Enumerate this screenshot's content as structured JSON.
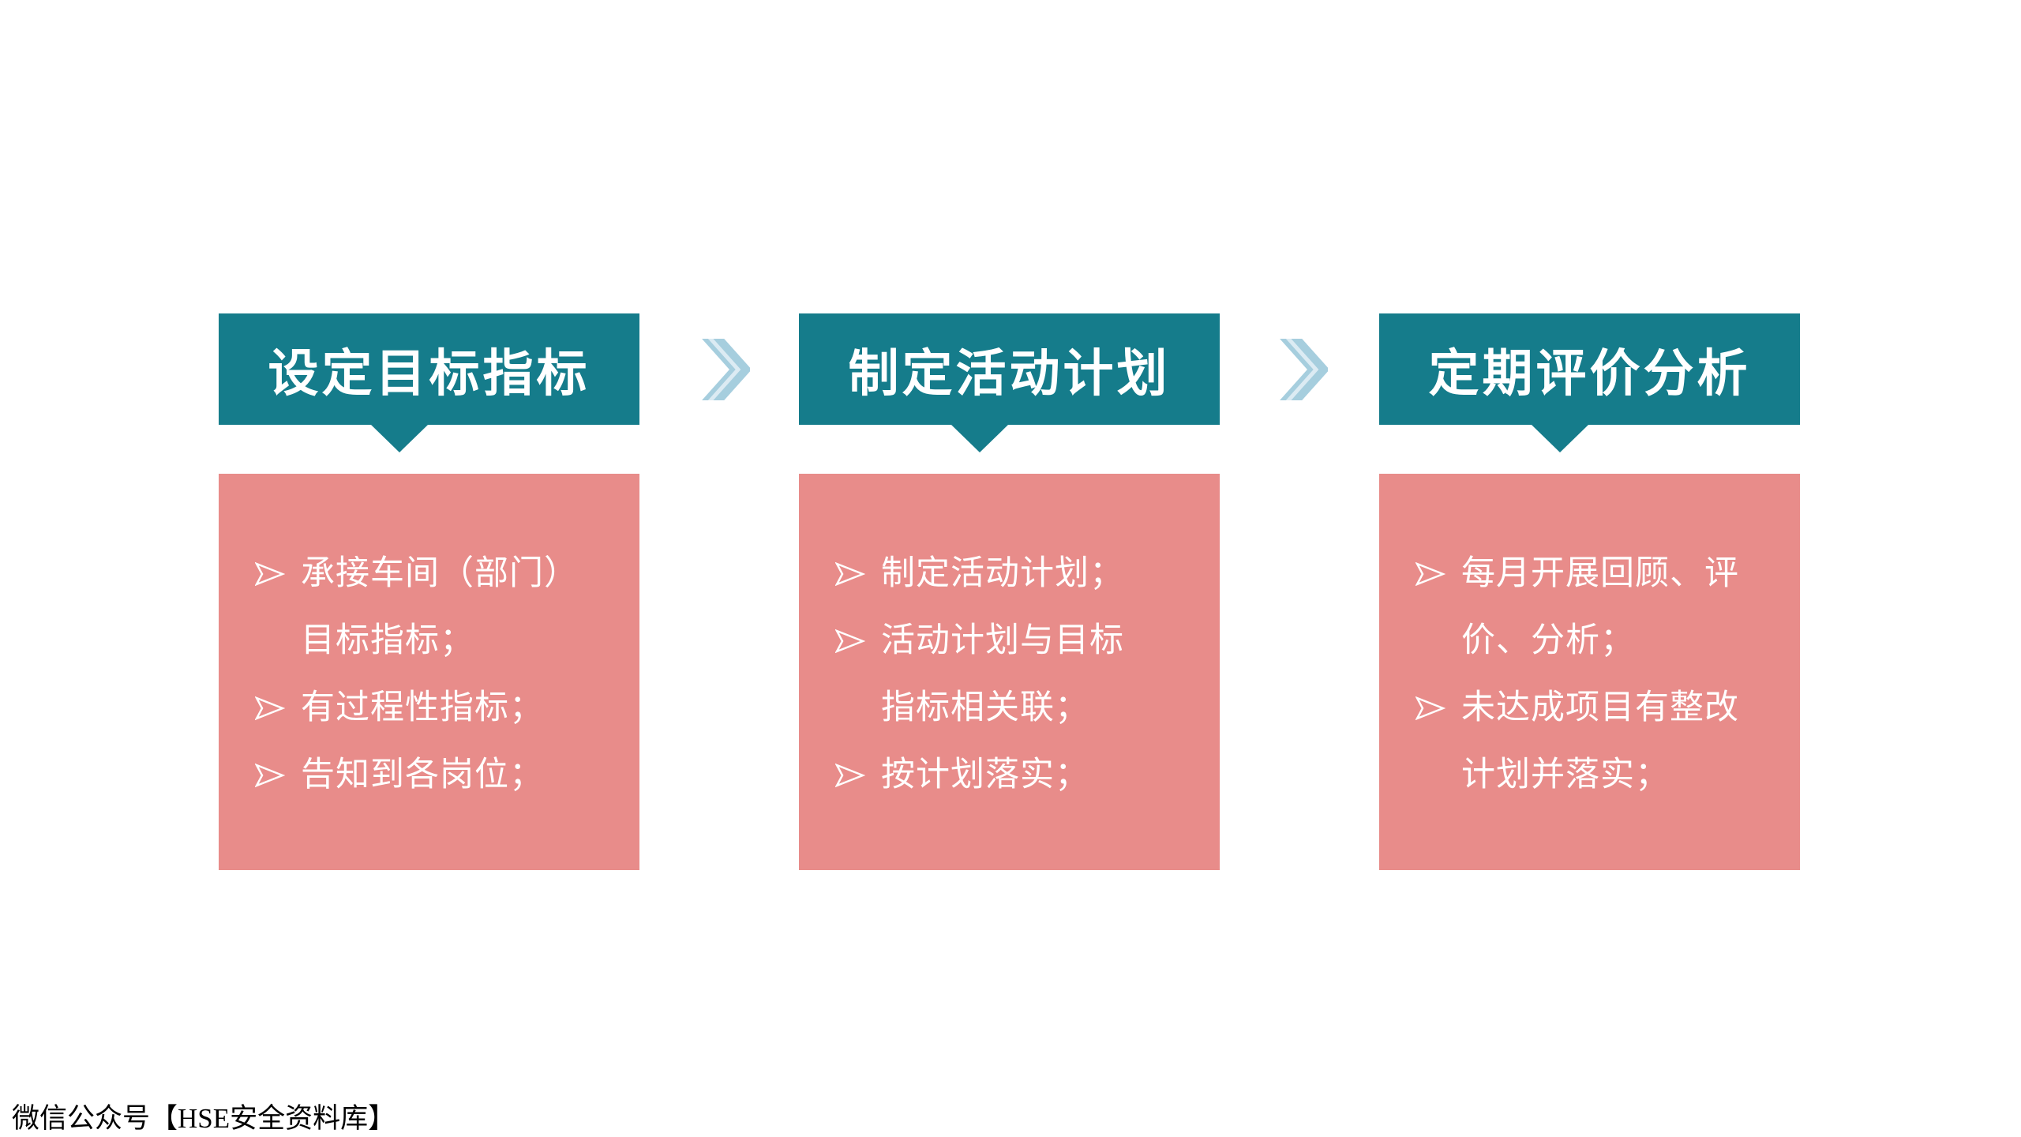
{
  "diagram": {
    "type": "three-step-process-flow",
    "colors": {
      "header_teal": "#157C8B",
      "body_pink": "#E88C8A",
      "chevron_blue": "#A6CEDE",
      "chevron_stripe": "#DCEBF3",
      "text_white": "#FFFFFF",
      "footer_black": "#000000"
    },
    "steps": [
      {
        "title": "设定目标指标",
        "bullets": [
          "承接车间（部门）\n目标指标；",
          "有过程性指标；",
          "告知到各岗位；"
        ]
      },
      {
        "title": "制定活动计划",
        "bullets": [
          "制定活动计划；",
          "活动计划与目标\n指标相关联；",
          "按计划落实；"
        ]
      },
      {
        "title": "定期评价分析",
        "bullets": [
          "每月开展回顾、评\n价、分析；",
          "未达成项目有整改\n计划并落实；"
        ]
      }
    ]
  },
  "footer": {
    "text": "微信公众号【HSE安全资料库】"
  }
}
